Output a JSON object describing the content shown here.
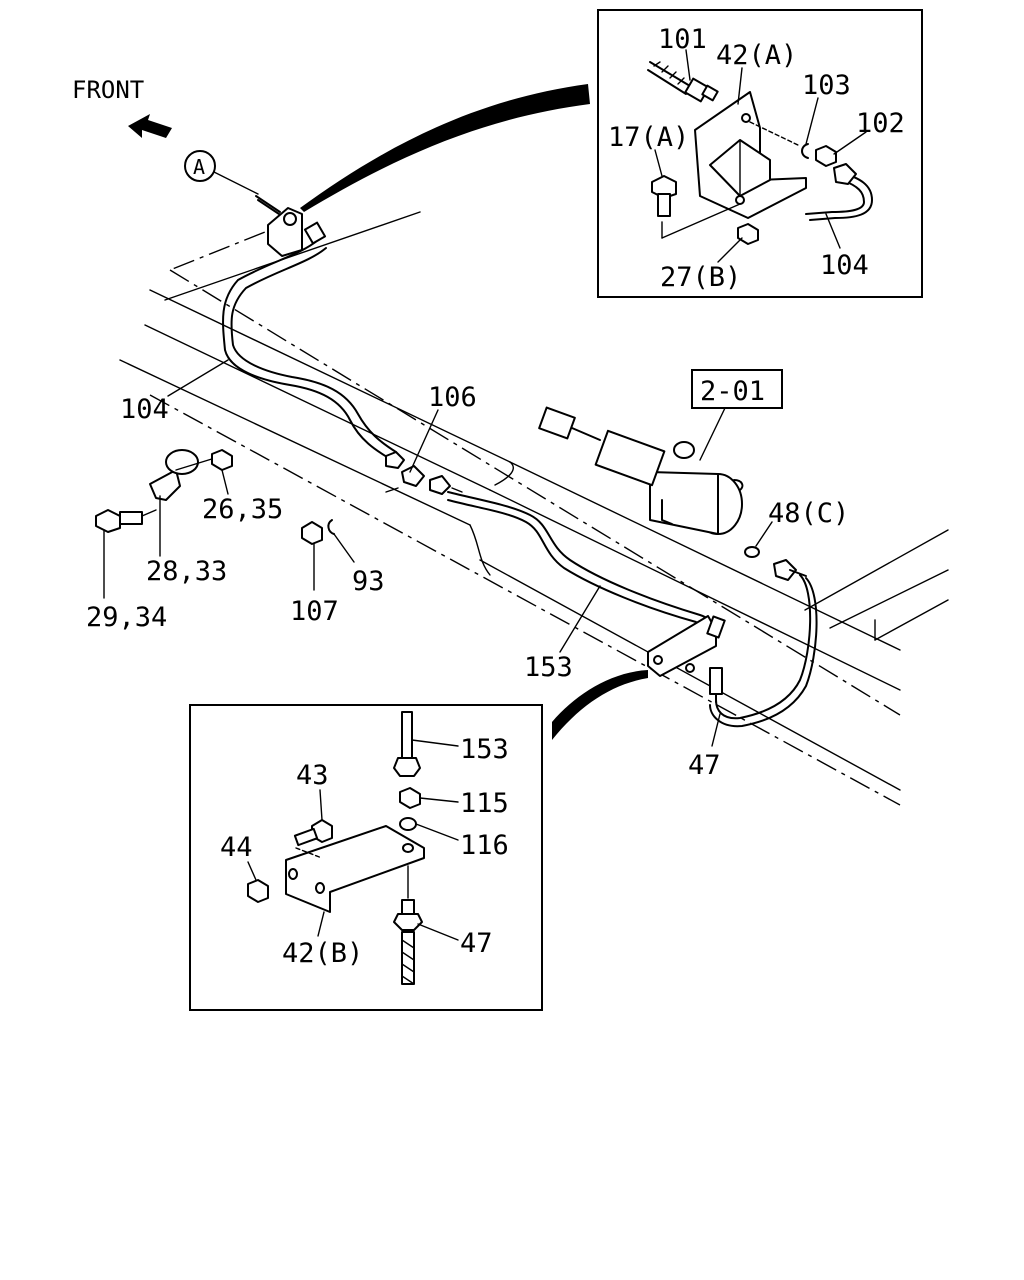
{
  "direction_label": "FRONT",
  "detail_marker": "A",
  "reference_box": "2-01",
  "callouts": {
    "c101": "101",
    "c42a": "42(A)",
    "c103": "103",
    "c102": "102",
    "c17a": "17(A)",
    "c27b": "27(B)",
    "c104_inset": "104",
    "c104_main": "104",
    "c106": "106",
    "c26_35": "26,35",
    "c28_33": "28,33",
    "c29_34": "29,34",
    "c107": "107",
    "c93": "93",
    "c48c": "48(C)",
    "c153_main": "153",
    "c47_main": "47",
    "c153_inset": "153",
    "c115": "115",
    "c116": "116",
    "c43": "43",
    "c44": "44",
    "c42b": "42(B)",
    "c47_inset": "47"
  }
}
